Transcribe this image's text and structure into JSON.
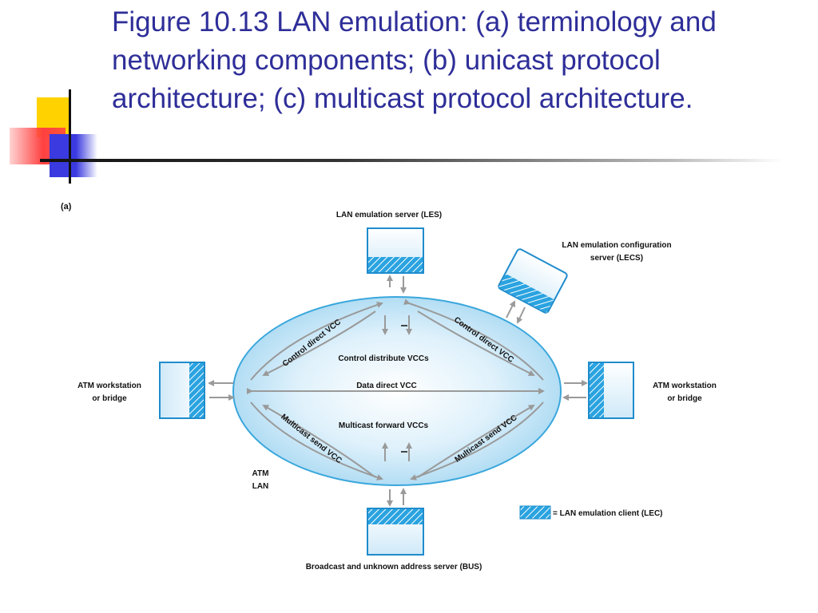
{
  "slide": {
    "title": "Figure 10.13 LAN emulation: (a) terminology and networking components; (b) unicast protocol architecture; (c) multicast protocol architecture."
  },
  "diagram": {
    "panel_label": "(a)",
    "les_label": "LAN emulation server (LES)",
    "lecs_label_line1": "LAN emulation configuration",
    "lecs_label_line2": "server (LECS)",
    "left_station_line1": "ATM workstation",
    "left_station_line2": "or bridge",
    "right_station_line1": "ATM workstation",
    "right_station_line2": "or bridge",
    "bus_label": "Broadcast and unknown address server (BUS)",
    "control_direct_left": "Control direct VCC",
    "control_direct_right": "Control direct VCC",
    "control_distribute": "Control distribute VCCs",
    "data_direct": "Data direct VCC",
    "multicast_forward": "Multicast forward VCCs",
    "multicast_send_left": "Multicast send VCC",
    "multicast_send_right": "Multicast send VCC",
    "atm_lan_line1": "ATM",
    "atm_lan_line2": "LAN",
    "legend_text": "= LAN emulation client (LEC)",
    "colors": {
      "cloud_edge": "#3aa7dc",
      "cloud_fill": "#bfe3f6",
      "box_border": "#1f8ccc",
      "lec_hatch": "#2aa3e0",
      "arrow": "#9a9a9a",
      "title": "#2e2e99"
    }
  }
}
